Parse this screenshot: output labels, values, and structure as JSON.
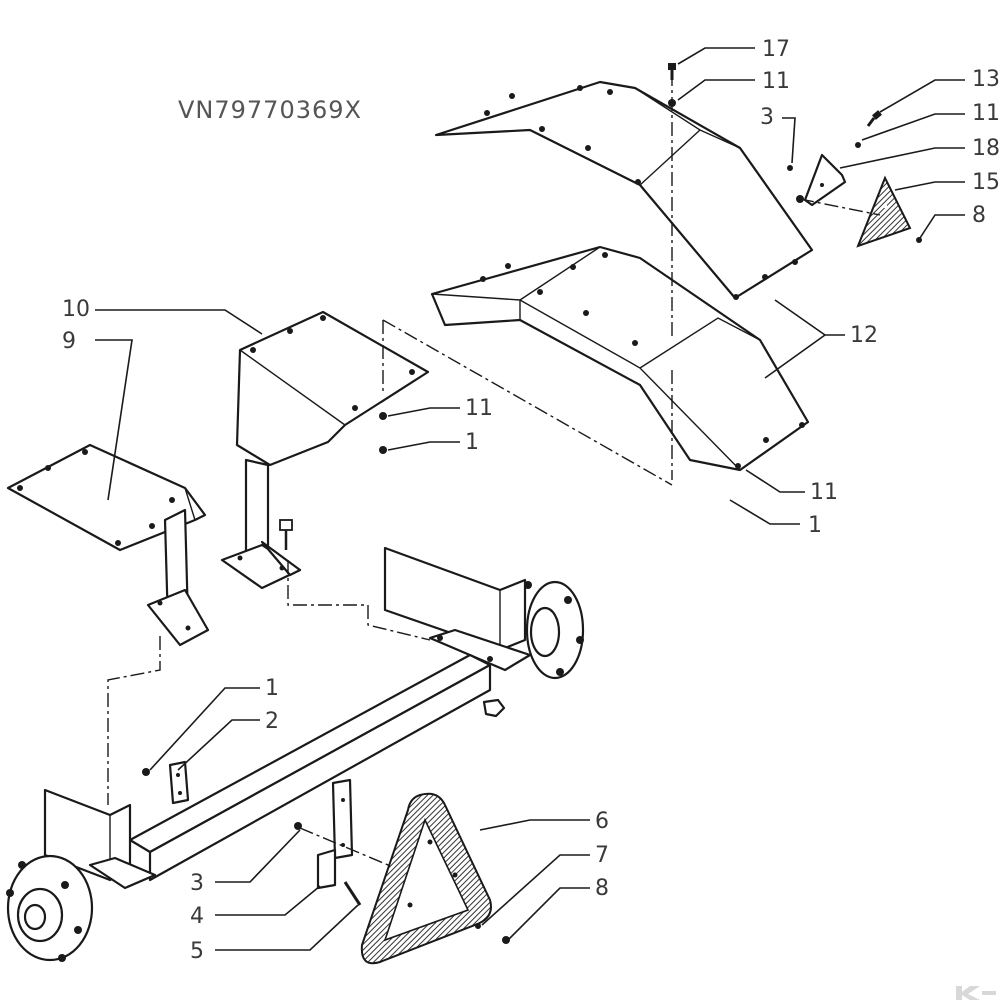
{
  "drawing_code": "VN79770369X",
  "callouts": [
    "17",
    "11",
    "13",
    "3",
    "11",
    "18",
    "15",
    "8",
    "10",
    "9",
    "12",
    "11",
    "1",
    "11",
    "1",
    "1",
    "2",
    "6",
    "7",
    "8",
    "3",
    "4",
    "5"
  ],
  "brand": {
    "logo": "kramp-logo",
    "color": "#d8d8d8"
  },
  "colors": {
    "line": "#1a1a1a",
    "label": "#3a3a3a",
    "background": "#ffffff"
  }
}
